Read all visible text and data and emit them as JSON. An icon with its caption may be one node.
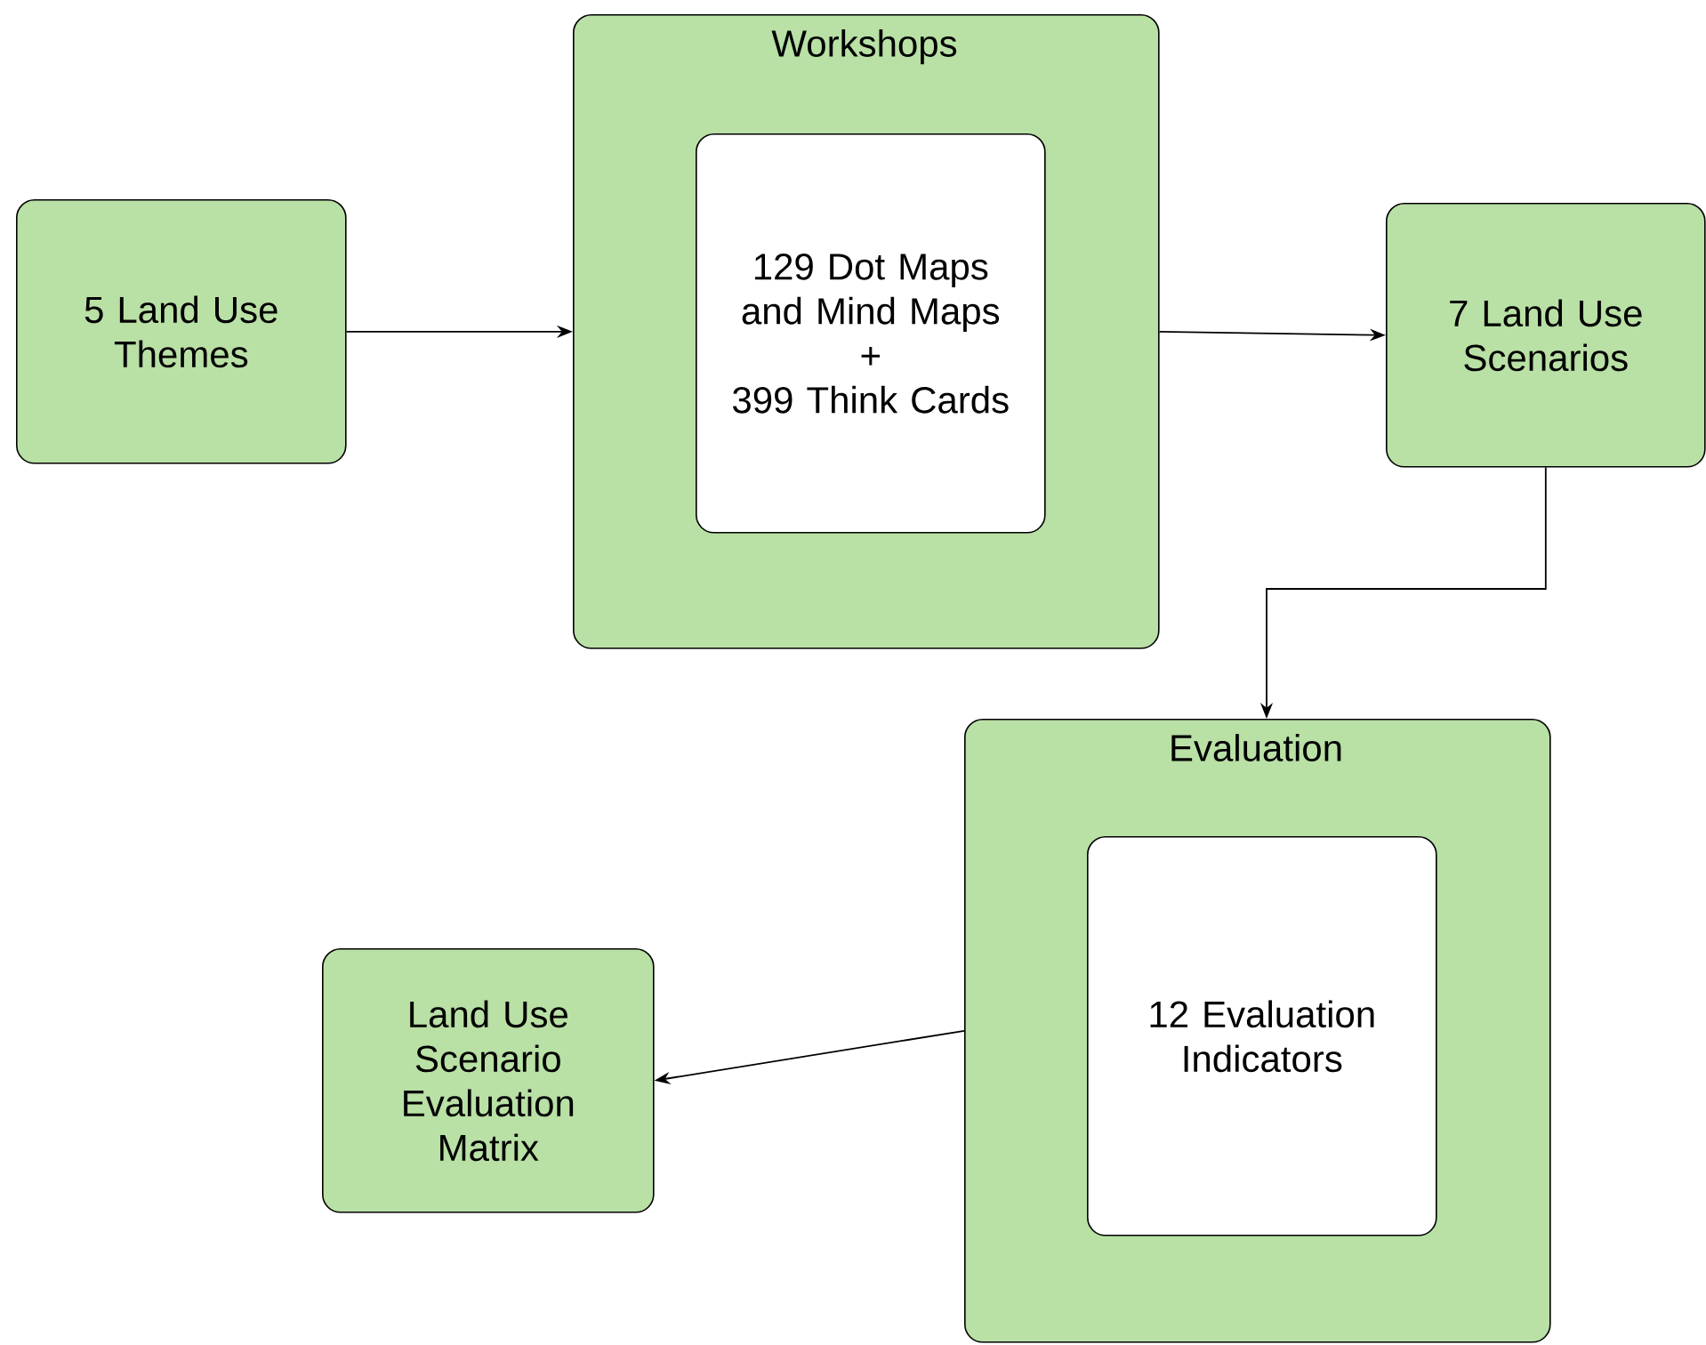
{
  "diagram": {
    "nodes": [
      {
        "text": [
          "5 Land Use Themes"
        ]
      },
      {
        "text": [
          "Workshops"
        ]
      },
      {
        "text": [
          "129 Dot Maps and Mind Maps",
          "+",
          "399 Think Cards"
        ],
        "in": 1
      },
      {
        "text": [
          "7 Land Use Scenarios"
        ]
      },
      {
        "text": [
          "Evaluation"
        ]
      },
      {
        "text": [
          "12 Evaluation Indicators"
        ],
        "in": 4
      },
      {
        "text": [
          "Land Use Scenario Evaluation Matrix"
        ]
      }
    ],
    "edges": [
      {
        "from": 0,
        "to": 1,
        "arrow": "to"
      },
      {
        "from": 1,
        "to": 3,
        "arrow": "to"
      },
      {
        "from": 3,
        "to": 4,
        "arrow": "to"
      },
      {
        "from": 4,
        "to": 6,
        "arrow": "to"
      }
    ]
  }
}
